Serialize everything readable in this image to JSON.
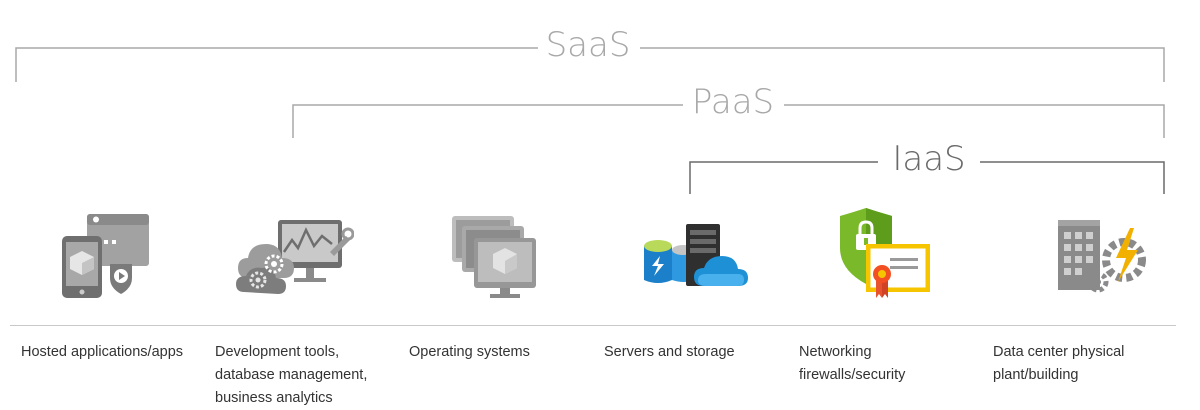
{
  "tiers": {
    "saas": "SaaS",
    "paas": "PaaS",
    "iaas": "IaaS"
  },
  "columns": [
    {
      "icon": "hosted-apps-icon",
      "caption": "Hosted applications/apps"
    },
    {
      "icon": "dev-tools-icon",
      "caption": "Development tools,\ndatabase management,\nbusiness analytics"
    },
    {
      "icon": "operating-systems-icon",
      "caption": "Operating systems"
    },
    {
      "icon": "servers-storage-icon",
      "caption": "Servers and storage"
    },
    {
      "icon": "networking-security-icon",
      "caption": "Networking\nfirewalls/security"
    },
    {
      "icon": "datacenter-building-icon",
      "caption": "Data center physical\nplant/building"
    }
  ],
  "colors": {
    "bracket_light": "#a8a8a8",
    "bracket_dark": "#6a6a6a",
    "icon_gray": "#8a8a8a",
    "azure_blue": "#1e90d6",
    "security_green": "#7ab929",
    "certificate_yellow": "#f7c400",
    "bolt_yellow": "#f2b100"
  }
}
